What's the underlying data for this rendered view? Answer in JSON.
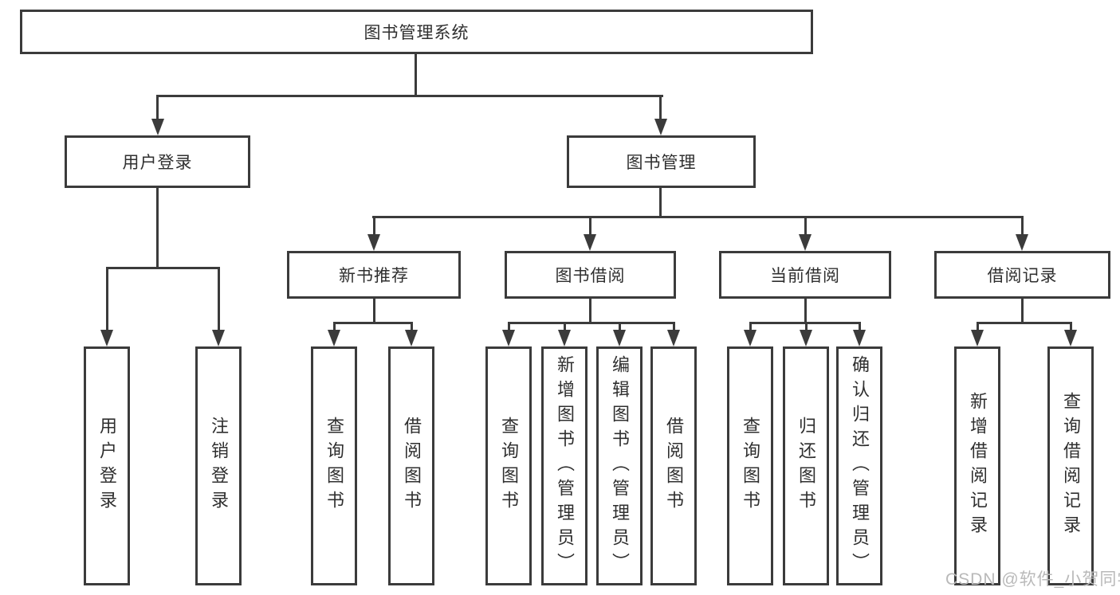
{
  "nodes": {
    "root": {
      "label": "图书管理系统"
    },
    "level2": [
      {
        "label": "用户登录"
      },
      {
        "label": "图书管理"
      }
    ],
    "level3": [
      {
        "label": "新书推荐"
      },
      {
        "label": "图书借阅"
      },
      {
        "label": "当前借阅"
      },
      {
        "label": "借阅记录"
      }
    ],
    "leaves": [
      {
        "label": "用户登录"
      },
      {
        "label": "注销登录"
      },
      {
        "label": "查询图书"
      },
      {
        "label": "借阅图书"
      },
      {
        "label": "查询图书"
      },
      {
        "label": "新增图书（管理员）"
      },
      {
        "label": "编辑图书（管理员）"
      },
      {
        "label": "借阅图书"
      },
      {
        "label": "查询图书"
      },
      {
        "label": "归还图书"
      },
      {
        "label": "确认归还（管理员）"
      },
      {
        "label": "新增借阅记录"
      },
      {
        "label": "查询借阅记录"
      }
    ]
  },
  "watermark": {
    "text": "CSDN @软件_小贺同学"
  },
  "colors": {
    "line": "#3b3b3b",
    "text": "#2f2f2f",
    "watermark": "#b9b9b9",
    "background": "#ffffff"
  }
}
